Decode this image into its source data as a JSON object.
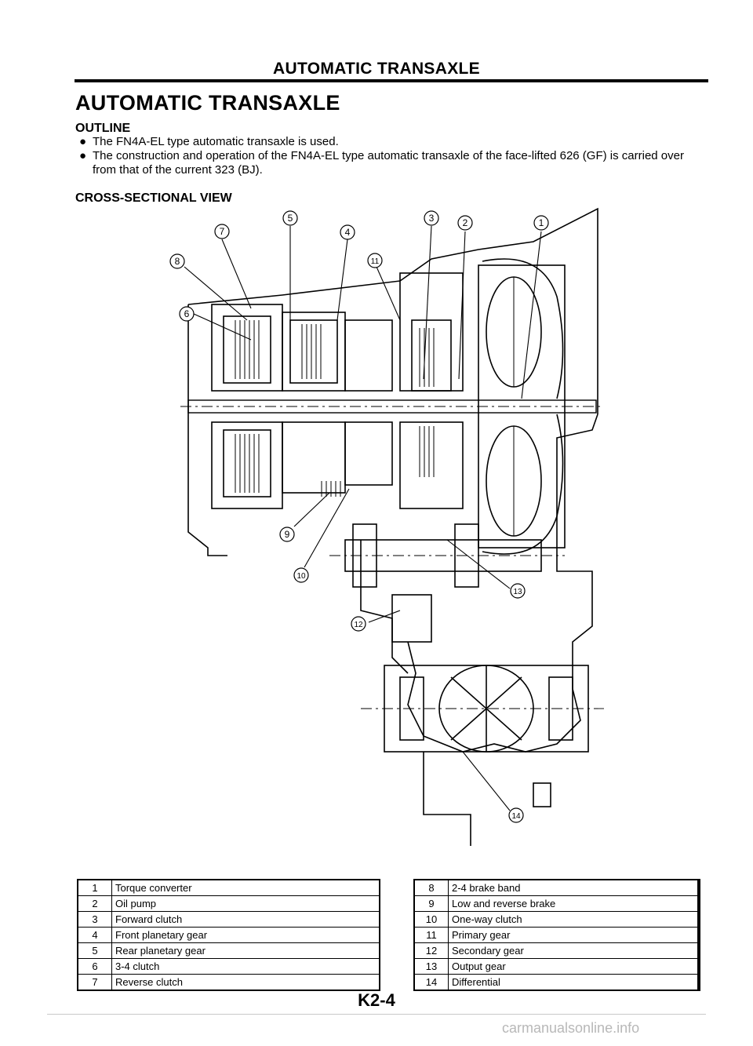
{
  "header": {
    "running_title": "AUTOMATIC TRANSAXLE"
  },
  "section": {
    "title": "AUTOMATIC TRANSAXLE"
  },
  "outline": {
    "heading": "OUTLINE",
    "bullets": [
      "The FN4A-EL type automatic transaxle is used.",
      "The construction and operation of the FN4A-EL type automatic transaxle of the face-lifted 626 (GF) is carried over from that of the current 323 (BJ)."
    ]
  },
  "cross_section": {
    "heading": "CROSS-SECTIONAL VIEW",
    "callouts": [
      "1",
      "2",
      "3",
      "4",
      "5",
      "6",
      "7",
      "8",
      "9",
      "10",
      "11",
      "12",
      "13",
      "14"
    ]
  },
  "parts_left": [
    {
      "num": "1",
      "name": "Torque converter"
    },
    {
      "num": "2",
      "name": "Oil pump"
    },
    {
      "num": "3",
      "name": "Forward clutch"
    },
    {
      "num": "4",
      "name": "Front planetary gear"
    },
    {
      "num": "5",
      "name": "Rear planetary gear"
    },
    {
      "num": "6",
      "name": "3-4 clutch"
    },
    {
      "num": "7",
      "name": "Reverse clutch"
    }
  ],
  "parts_right": [
    {
      "num": "8",
      "name": "2-4 brake band"
    },
    {
      "num": "9",
      "name": "Low and reverse brake"
    },
    {
      "num": "10",
      "name": "One-way clutch"
    },
    {
      "num": "11",
      "name": "Primary gear"
    },
    {
      "num": "12",
      "name": "Secondary gear"
    },
    {
      "num": "13",
      "name": "Output gear"
    },
    {
      "num": "14",
      "name": "Differential"
    }
  ],
  "footer": {
    "page_number": "K2-4",
    "watermark": "carmanualsonline.info"
  }
}
